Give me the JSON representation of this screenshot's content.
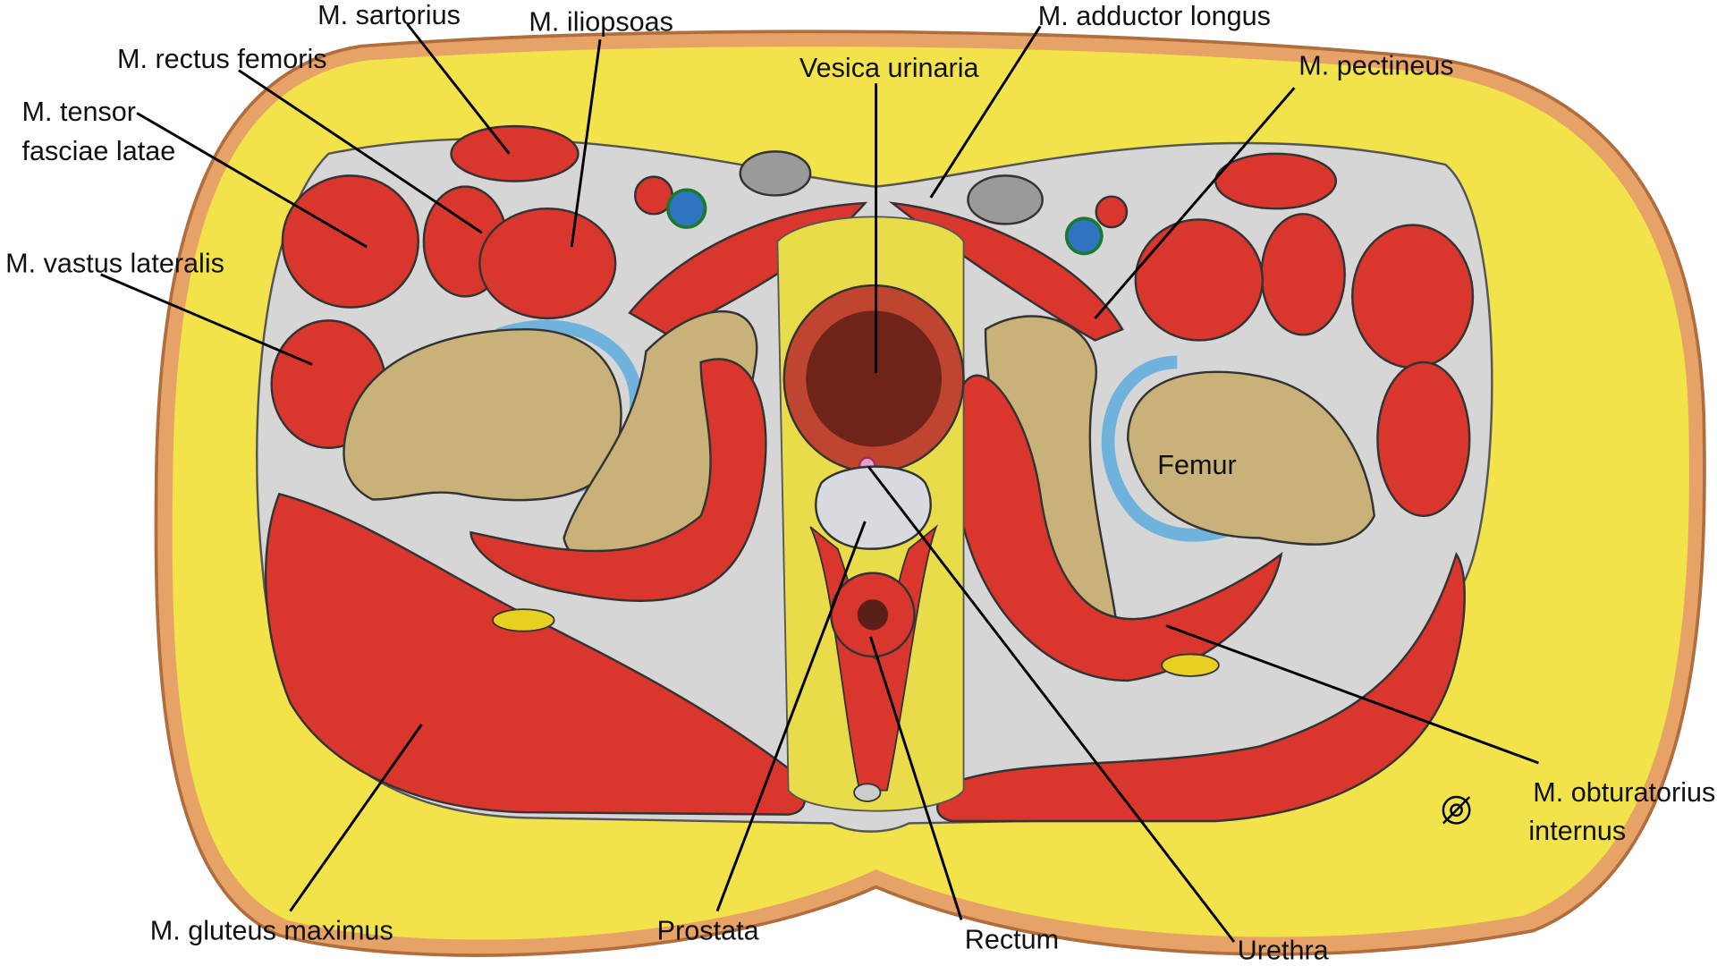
{
  "labels": {
    "sartorius": "M. sartorius",
    "iliopsoas": "M. iliopsoas",
    "rectus_femoris": "M. rectus femoris",
    "tensor_line1": "M. tensor",
    "tensor_line2": "fasciae latae",
    "vastus_lateralis": "M. vastus lateralis",
    "vesica_urinaria": "Vesica urinaria",
    "adductor_longus": "M. adductor longus",
    "pectineus": "M. pectineus",
    "femur": "Femur",
    "obturatorius_line1": "M. obturatorius",
    "obturatorius_line2": "internus",
    "gluteus_maximus": "M. gluteus maximus",
    "prostata": "Prostata",
    "rectum": "Rectum",
    "urethra": "Urethra"
  },
  "colors": {
    "skin": "#d9925a",
    "fat": "#f2e34a",
    "fascia": "#d8d8d8",
    "muscle": "#d9362e",
    "bone": "#c8b27a",
    "cartilage": "#6fb3dd",
    "bladder": "#6e2418"
  }
}
